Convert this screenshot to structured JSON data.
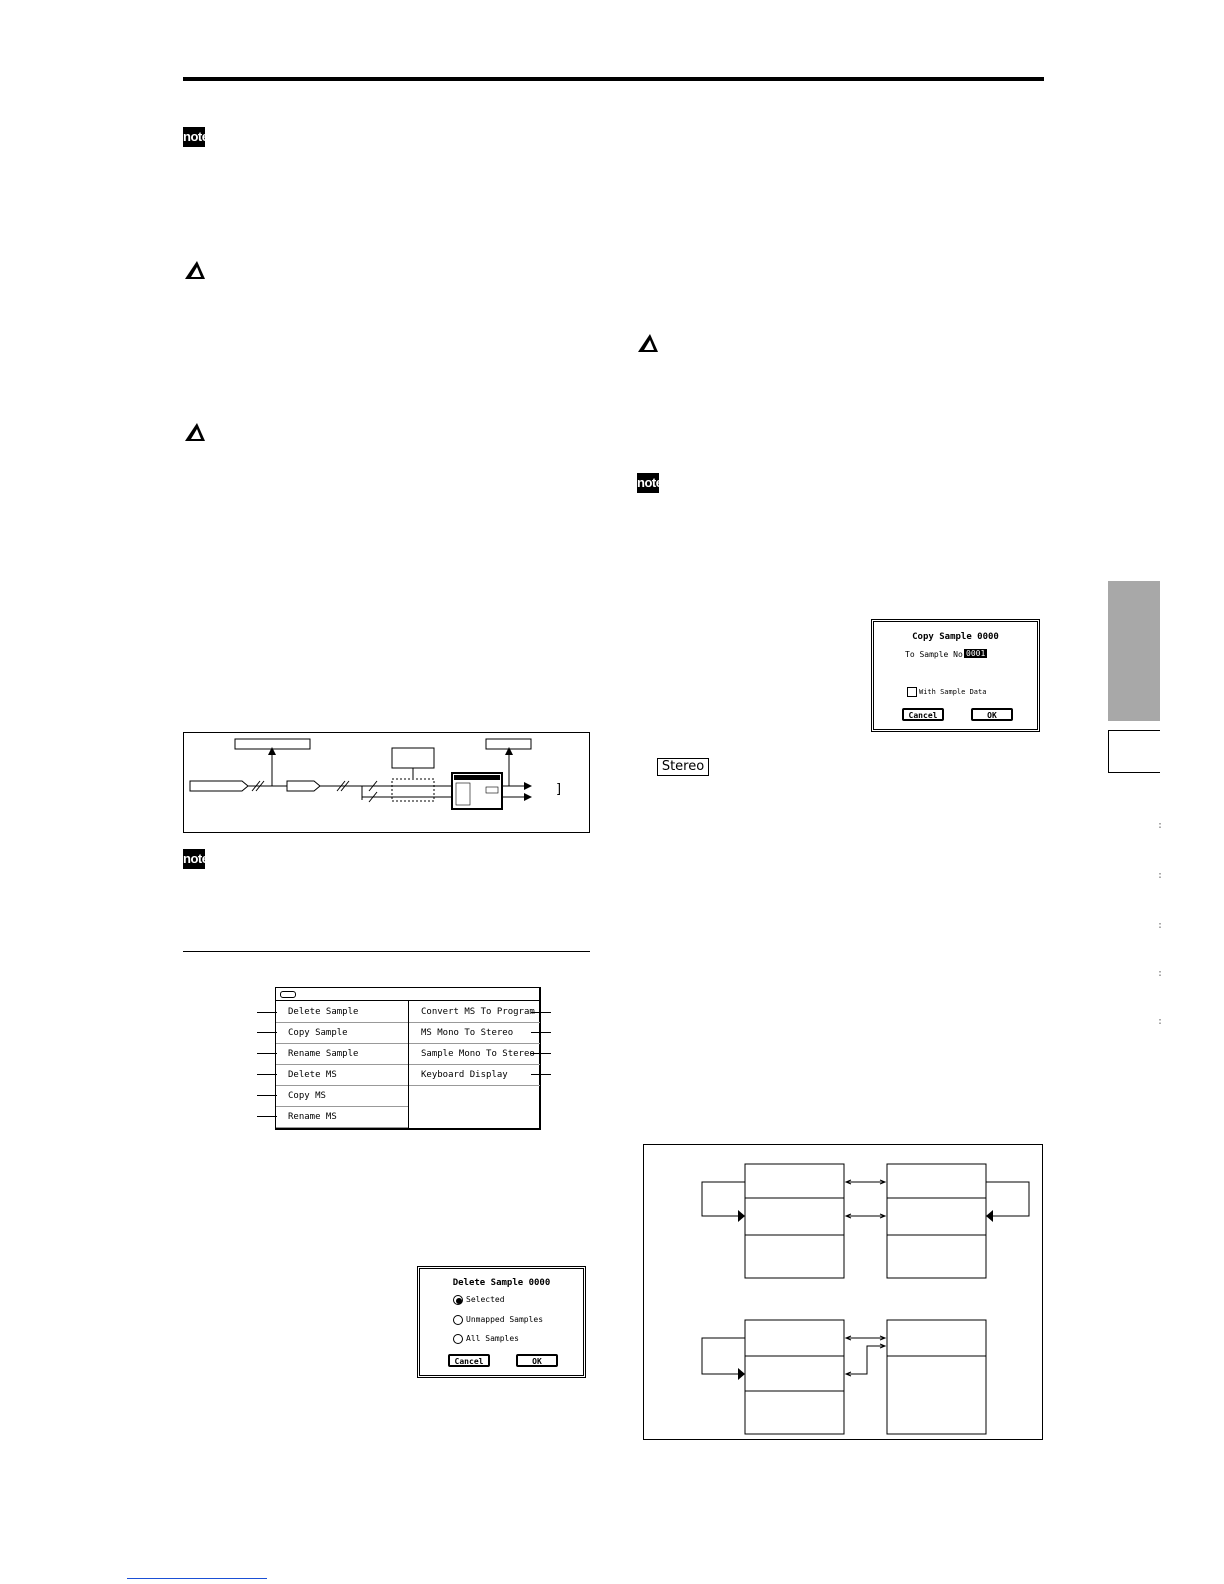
{
  "notes": {
    "note_label": "note"
  },
  "stereo_badge": "Stereo",
  "copy_dialog": {
    "title": "Copy Sample 0000",
    "field_label": "To Sample No.",
    "field_value": "0001",
    "checkbox_label": "With Sample Data",
    "cancel": "Cancel",
    "ok": "OK"
  },
  "menu": {
    "left": [
      "Delete Sample",
      "Copy Sample",
      "Rename Sample",
      "Delete MS",
      "Copy MS",
      "Rename MS"
    ],
    "right": [
      "Convert MS To Program",
      "MS Mono To Stereo",
      "Sample Mono To Stereo",
      "Keyboard Display"
    ]
  },
  "delete_dialog": {
    "title": "Delete Sample 0000",
    "options": [
      "Selected",
      "Unmapped Samples",
      "All Samples"
    ],
    "selected_index": 0,
    "cancel": "Cancel",
    "ok": "OK"
  },
  "signal_diagram": {
    "end_bracket": "]"
  },
  "side_dots": [
    ":",
    ":",
    ":",
    ":",
    ":"
  ],
  "colors": {
    "tab": "#a8a8a8",
    "link": "#1a4fd6"
  }
}
